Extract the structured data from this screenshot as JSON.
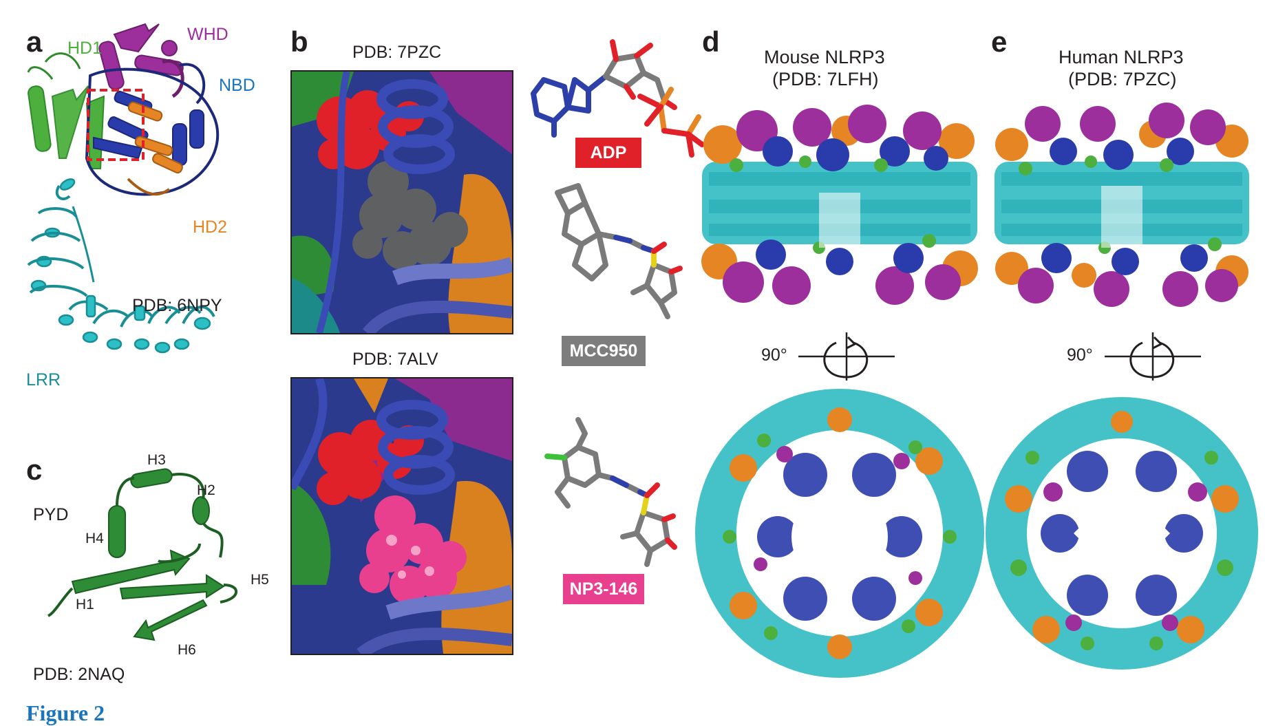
{
  "panels": {
    "a": {
      "letter": "a",
      "labels": {
        "hd1": "HD1",
        "whd": "WHD",
        "nbd": "NBD",
        "hd2": "HD2",
        "lrr": "LRR",
        "pdb": "PDB: 6NPY"
      },
      "colors": {
        "hd1": "#4caf3e",
        "whd": "#9c2f9b",
        "nbd": "#2a3bab",
        "hd2": "#e58524",
        "lrr": "#2dbfc6"
      }
    },
    "b": {
      "letter": "b",
      "top_pdb": "PDB: 7PZC",
      "bottom_pdb": "PDB: 7ALV",
      "ligands": [
        {
          "name": "ADP",
          "color": "#e0212a"
        },
        {
          "name": "MCC950",
          "color": "#7d7d7d"
        },
        {
          "name": "NP3-146",
          "color": "#e8408f"
        }
      ]
    },
    "c": {
      "letter": "c",
      "labels": {
        "pyd": "PYD",
        "h1": "H1",
        "h2": "H2",
        "h3": "H3",
        "h4": "H4",
        "h5": "H5",
        "h6": "H6",
        "pdb": "PDB: 2NAQ"
      },
      "color": "#2e8b36"
    },
    "d": {
      "letter": "d",
      "title_line1": "Mouse NLRP3",
      "title_line2": "(PDB: 7LFH)",
      "rotation": "90°"
    },
    "e": {
      "letter": "e",
      "title_line1": "Human NLRP3",
      "title_line2": "(PDB: 7PZC)",
      "rotation": "90°"
    }
  },
  "figure_caption": "Figure 2"
}
